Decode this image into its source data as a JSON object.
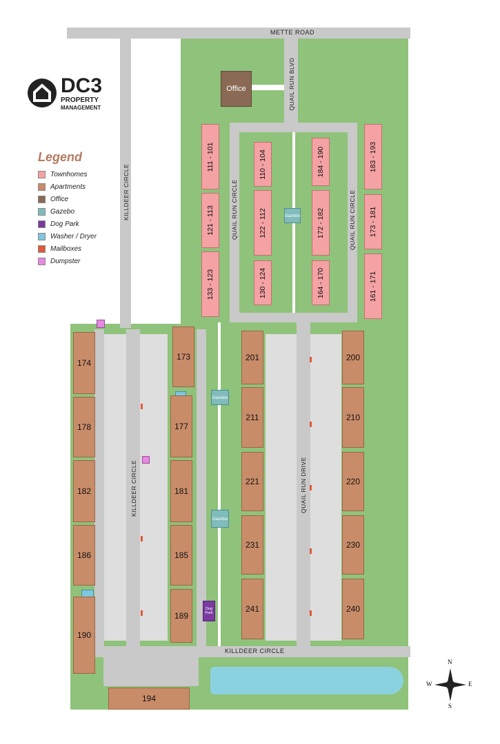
{
  "logo": {
    "mark": "DC3",
    "line1": "PROPERTY",
    "line2": "MANAGEMENT"
  },
  "legend": {
    "title": "Legend",
    "items": [
      {
        "label": "Townhomes",
        "color": "#f4a2a4"
      },
      {
        "label": "Apartments",
        "color": "#c98c69"
      },
      {
        "label": "Office",
        "color": "#8a6a55"
      },
      {
        "label": "Gazebo",
        "color": "#80bcbc"
      },
      {
        "label": "Dog Park",
        "color": "#7a3aa0"
      },
      {
        "label": "Washer / Dryer",
        "color": "#7fc6e0"
      },
      {
        "label": "Mailboxes",
        "color": "#e05a3a"
      },
      {
        "label": "Dumpster",
        "color": "#e58ae0"
      }
    ]
  },
  "roads": {
    "mette_road": "METTE ROAD",
    "quail_run_blvd": "QUAIL RUN BLVD",
    "killdeer_circle_top": "KILLDEER CIRCLE",
    "killdeer_circle_mid": "KILLDEER CIRCLE",
    "killdeer_circle_bottom": "KILLDEER CIRCLE",
    "quail_run_circle_left": "QUAIL RUN CIRCLE",
    "quail_run_circle_right": "QUAIL RUN CIRCLE",
    "quail_run_drive": "QUAIL RUN DRIVE"
  },
  "office": "Office",
  "townhomes": [
    "111 - 101",
    "110 - 104",
    "121 - 113",
    "122 - 112",
    "133 - 123",
    "130 - 124",
    "184 - 190",
    "183 - 193",
    "172 - 182",
    "173 - 181",
    "164 - 170",
    "161 - 171"
  ],
  "apartments": {
    "a174": "174",
    "a178": "178",
    "a182": "182",
    "a186": "186",
    "a190": "190",
    "a173": "173",
    "a177": "177",
    "a181": "181",
    "a185": "185",
    "a189": "189",
    "a194": "194",
    "a201": "201",
    "a211": "211",
    "a221": "221",
    "a231": "231",
    "a241": "241",
    "a200": "200",
    "a210": "210",
    "a220": "220",
    "a230": "230",
    "a240": "240"
  },
  "gazebos": [
    "Gazebo",
    "Gazebo",
    "Gazebo"
  ],
  "dog_park": "Dog Park",
  "compass": {
    "n": "N",
    "s": "S",
    "e": "E",
    "w": "W"
  }
}
